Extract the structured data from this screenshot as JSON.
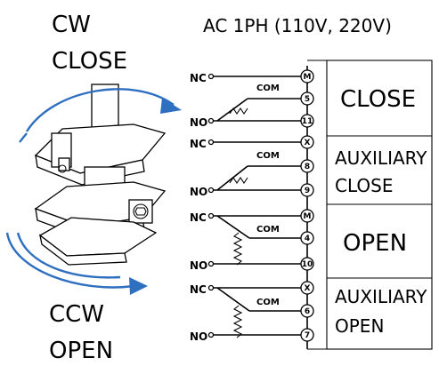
{
  "header": {
    "cw_label": "CW",
    "close_label": "CLOSE",
    "supply_label": "AC 1PH (110V, 220V)",
    "ccw_label": "CCW",
    "open_label": "OPEN"
  },
  "sections": [
    {
      "name": "CLOSE",
      "nc": "NC",
      "no": "NO",
      "com": "COM",
      "terminals": [
        "M",
        "5",
        "11"
      ]
    },
    {
      "name": "AUXILIARY CLOSE",
      "line1": "AUXILIARY",
      "line2": "CLOSE",
      "nc": "NC",
      "no": "NO",
      "com": "COM",
      "terminals": [
        "X",
        "8",
        "9"
      ]
    },
    {
      "name": "OPEN",
      "nc": "NC",
      "no": "NO",
      "com": "COM",
      "terminals": [
        "M",
        "4",
        "10"
      ]
    },
    {
      "name": "AUXILIARY OPEN",
      "line1": "AUXILIARY",
      "line2": "OPEN",
      "nc": "NC",
      "no": "NO",
      "com": "COM",
      "terminals": [
        "X",
        "6",
        "7"
      ]
    }
  ],
  "colors": {
    "arrow": "#2f6fc0",
    "line": "#000000"
  }
}
